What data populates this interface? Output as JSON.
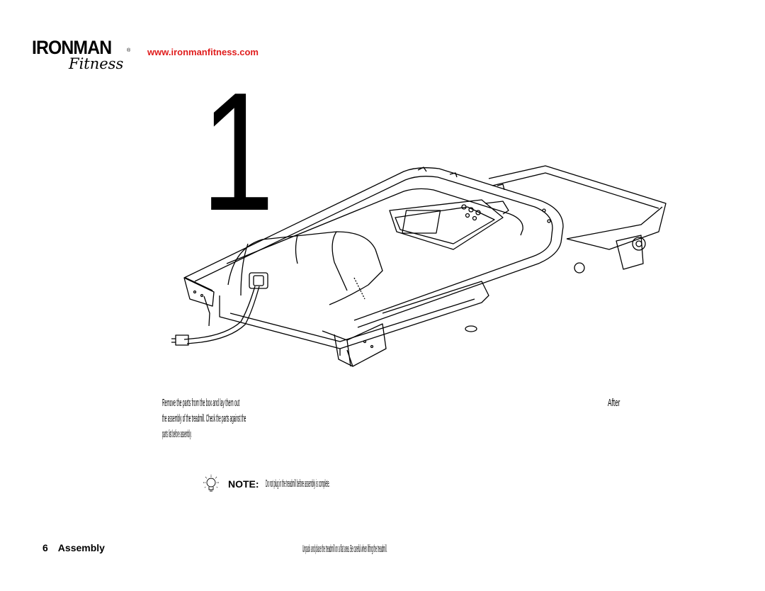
{
  "header": {
    "logo_word": "IRONMAN",
    "logo_registered": "®",
    "logo_script": "Fitness",
    "website": "www.ironmanfitness.com"
  },
  "step": {
    "number": "1"
  },
  "figure": {
    "icon": "treadmill-illustration"
  },
  "body": {
    "lines": [
      "Remove the parts from the box and lay them out",
      "After",
      "the assembly of the treadmill. Check the parts against the",
      "parts list before assembly."
    ]
  },
  "note": {
    "icon": "lightbulb-icon",
    "label": "NOTE:",
    "text": "Do not plug in the treadmill before assembly is complete."
  },
  "footer": {
    "page_number": "6",
    "section": "Assembly",
    "center_text": "Unpack and place the treadmill on a flat area. Be careful when lifting the treadmill."
  }
}
